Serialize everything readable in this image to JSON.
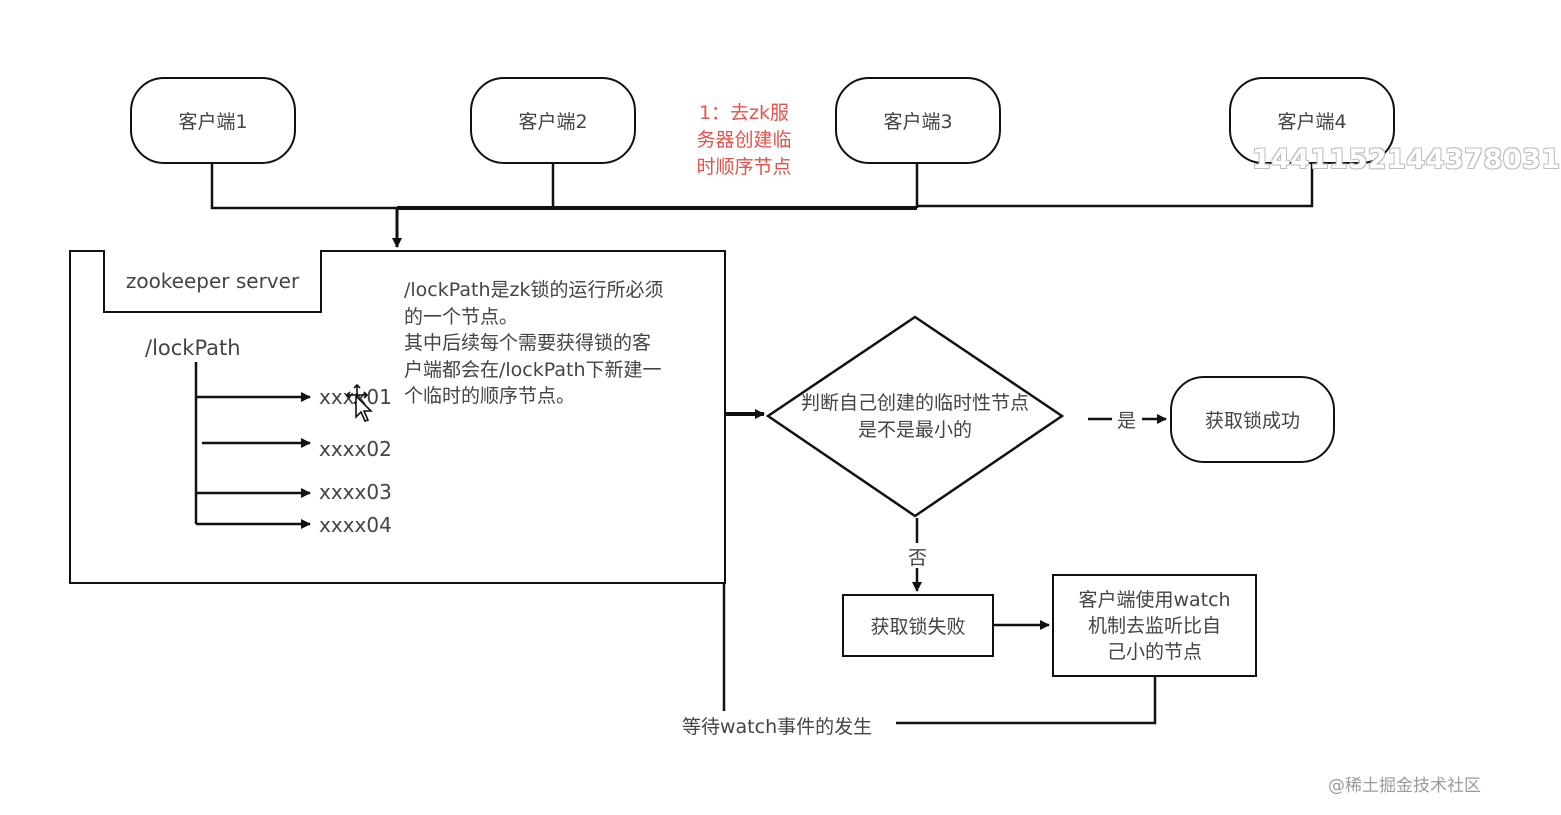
{
  "clients": [
    "客户端1",
    "客户端2",
    "客户端3",
    "客户端4"
  ],
  "step1_note": "1：去zk服\n务器创建临\n时顺序节点",
  "watermark_number": "1441152144378031",
  "server": {
    "title": "zookeeper server",
    "root_path": "/lockPath",
    "children": [
      "xxxx01",
      "xxxx02",
      "xxxx03",
      "xxxx04"
    ],
    "description": "/lockPath是zk锁的运行所必须\n的一个节点。\n其中后续每个需要获得锁的客\n户端都会在/lockPath下新建一\n个临时的顺序节点。"
  },
  "decision": "判断自己创建的临时性节点\n是不是最小的",
  "yes_label": "是",
  "no_label": "否",
  "success": "获取锁成功",
  "fail": "获取锁失败",
  "watch": "客户端使用watch\n机制去监听比自\n己小的节点",
  "wait": "等待watch事件的发生",
  "site_watermark": "@稀土掘金技术社区",
  "colors": {
    "note": "#e8514a",
    "line": "#111111"
  }
}
